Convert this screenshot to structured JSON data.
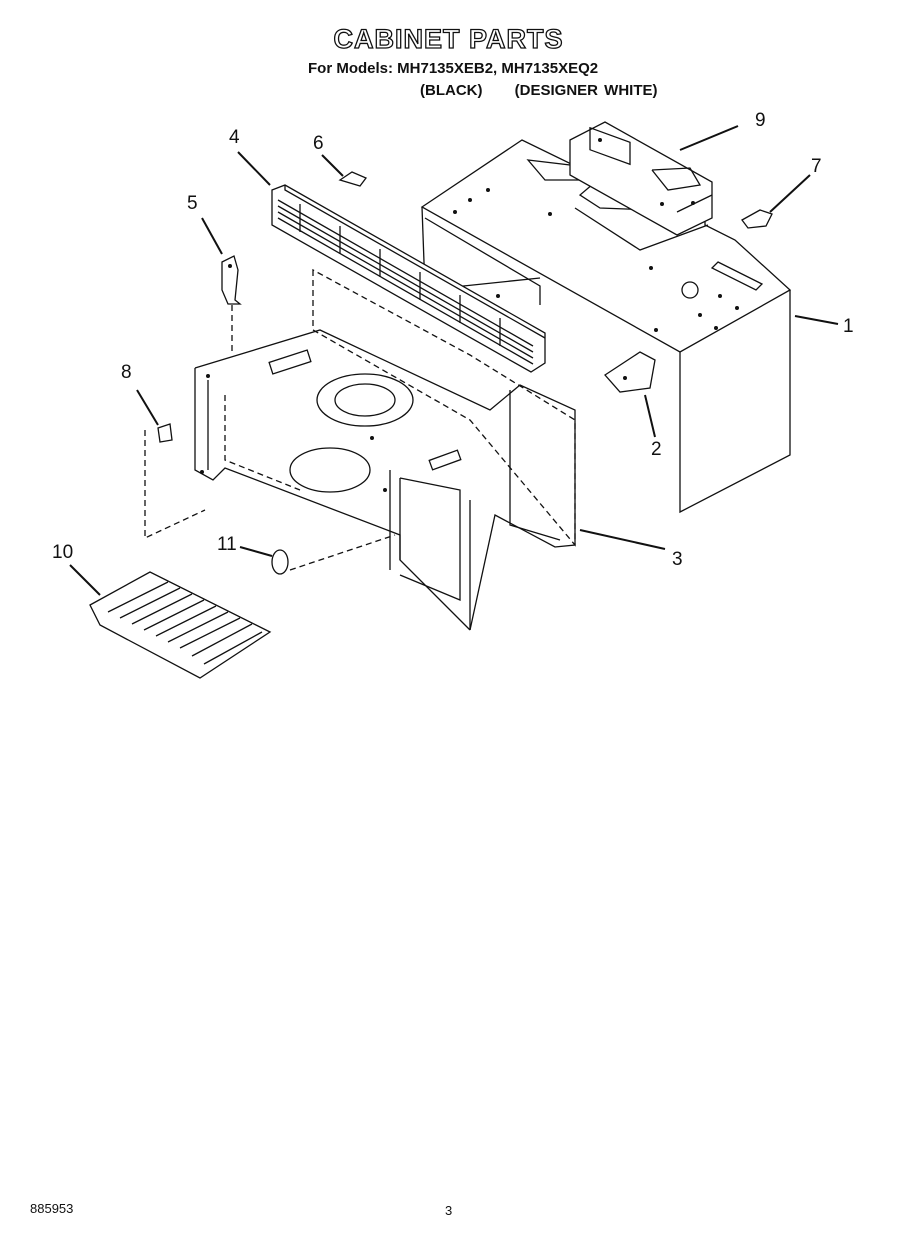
{
  "header": {
    "title": "CABINET PARTS",
    "models_line": "For Models: MH7135XEB2, MH7135XEQ2",
    "variant_black": "(BLACK)",
    "variant_white": "(DESIGNER WHITE)"
  },
  "callouts": [
    "1",
    "2",
    "3",
    "4",
    "5",
    "6",
    "7",
    "8",
    "9",
    "10",
    "11"
  ],
  "footer": {
    "part_code": "885953",
    "page_number": "3"
  }
}
